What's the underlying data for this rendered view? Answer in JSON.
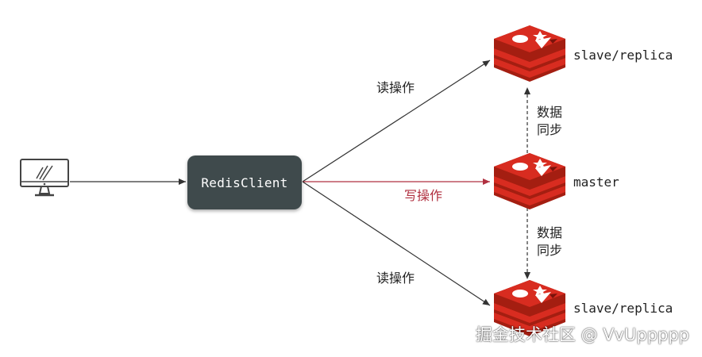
{
  "client": {
    "label": "RedisClient"
  },
  "edges": {
    "read_top": "读操作",
    "write": "写操作",
    "read_bottom": "读操作"
  },
  "nodes": {
    "replica_top": "slave/replica",
    "master": "master",
    "replica_bottom": "slave/replica"
  },
  "sync": {
    "top": [
      "数据",
      "同步"
    ],
    "bottom": [
      "数据",
      "同步"
    ]
  },
  "watermark": "掘金技术社区 @ VvUppppp",
  "colors": {
    "write_accent": "#b03040",
    "redis_red": "#d82c20",
    "client_bg": "#3f4a4c"
  }
}
